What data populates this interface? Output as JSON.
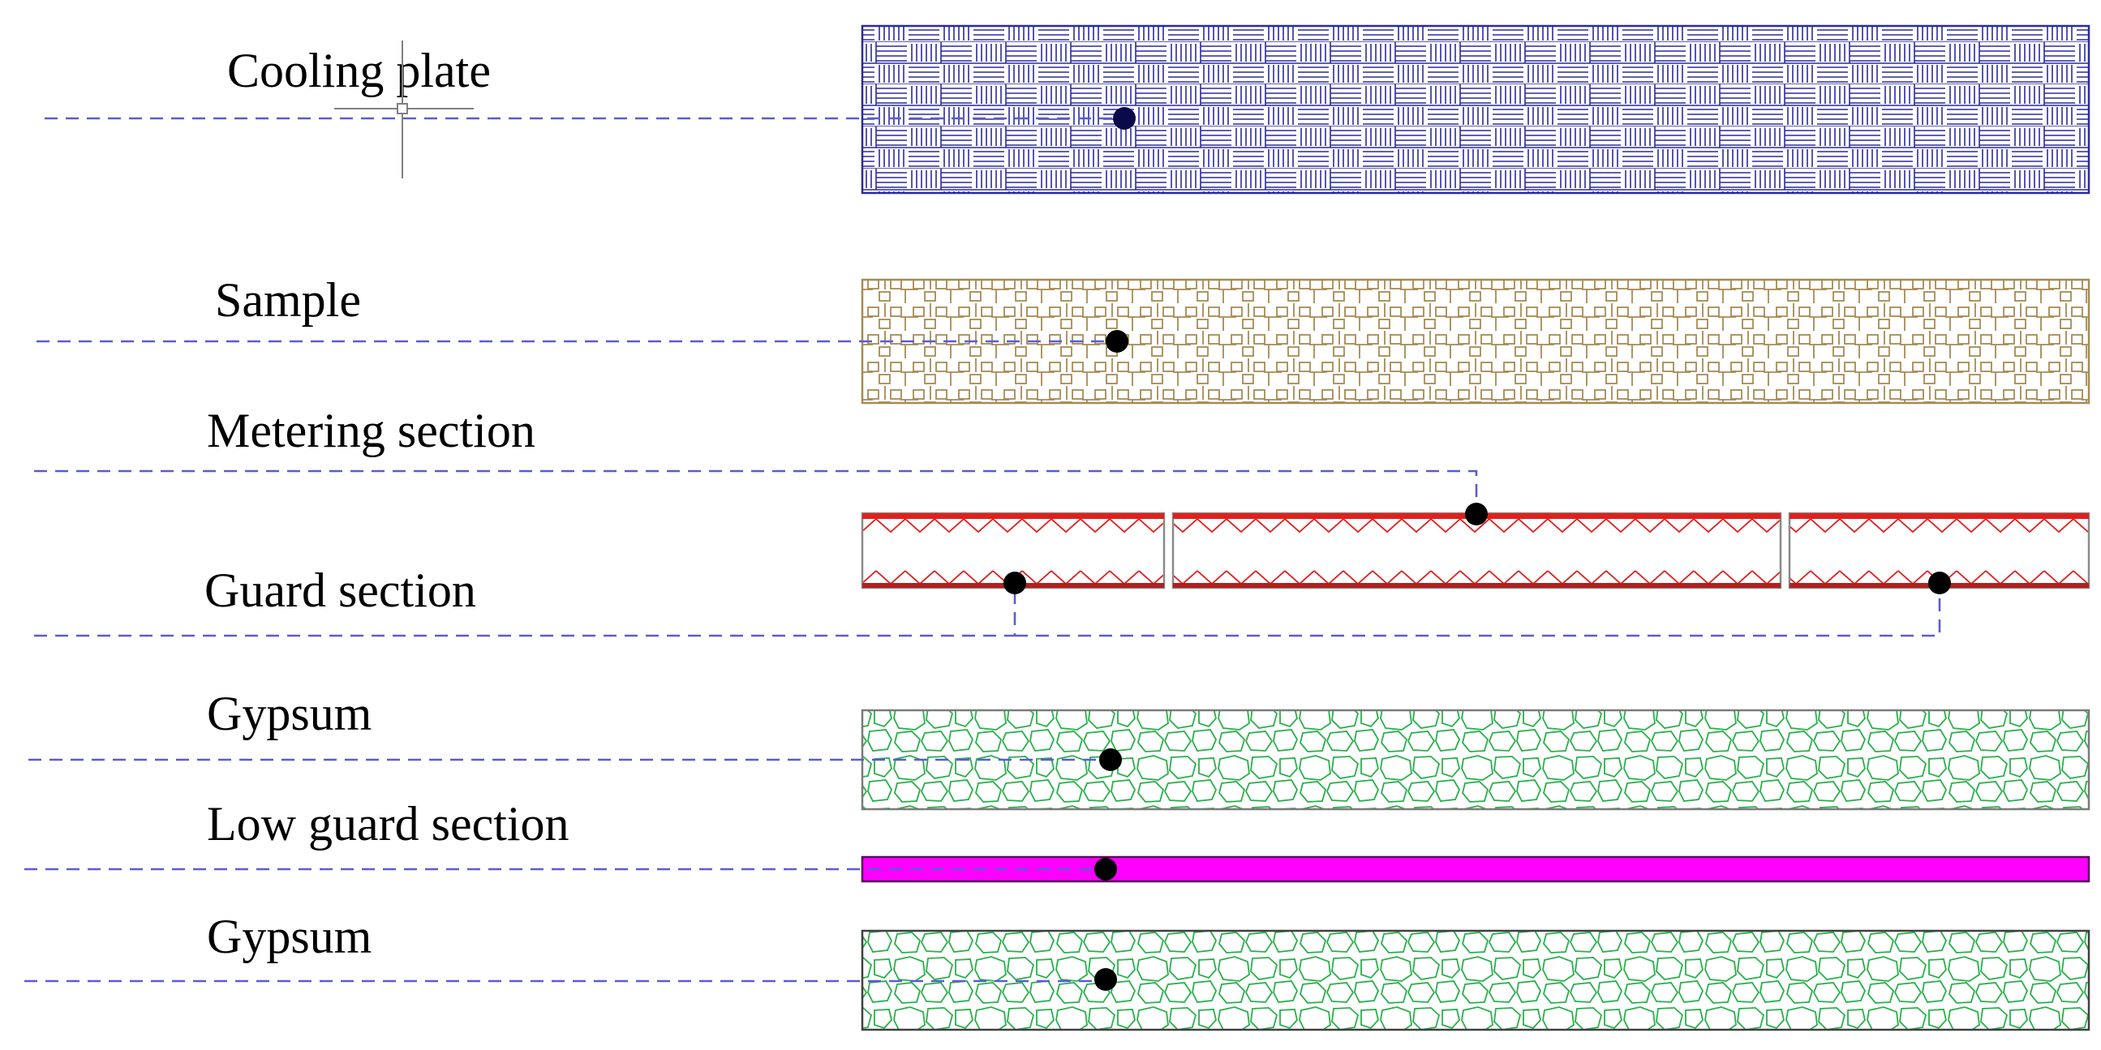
{
  "labels": {
    "cooling_plate": "Cooling plate",
    "sample": "Sample",
    "metering_section": "Metering section",
    "guard_section": "Guard section",
    "gypsum_upper": "Gypsum",
    "low_guard_section": "Low guard section",
    "gypsum_lower": "Gypsum"
  },
  "colors": {
    "cooling_plate_hatch": "#2a2aa0",
    "sample_hatch": "#a68a52",
    "heater_red": "#e0201b",
    "heater_border": "#8a8a8a",
    "gypsum_hatch": "#28b04a",
    "low_guard_fill": "#ff00ff",
    "leader_line": "#5b5bd6",
    "marker": "#000000"
  },
  "icons": {
    "cursor": "crosshair-cursor-icon"
  }
}
